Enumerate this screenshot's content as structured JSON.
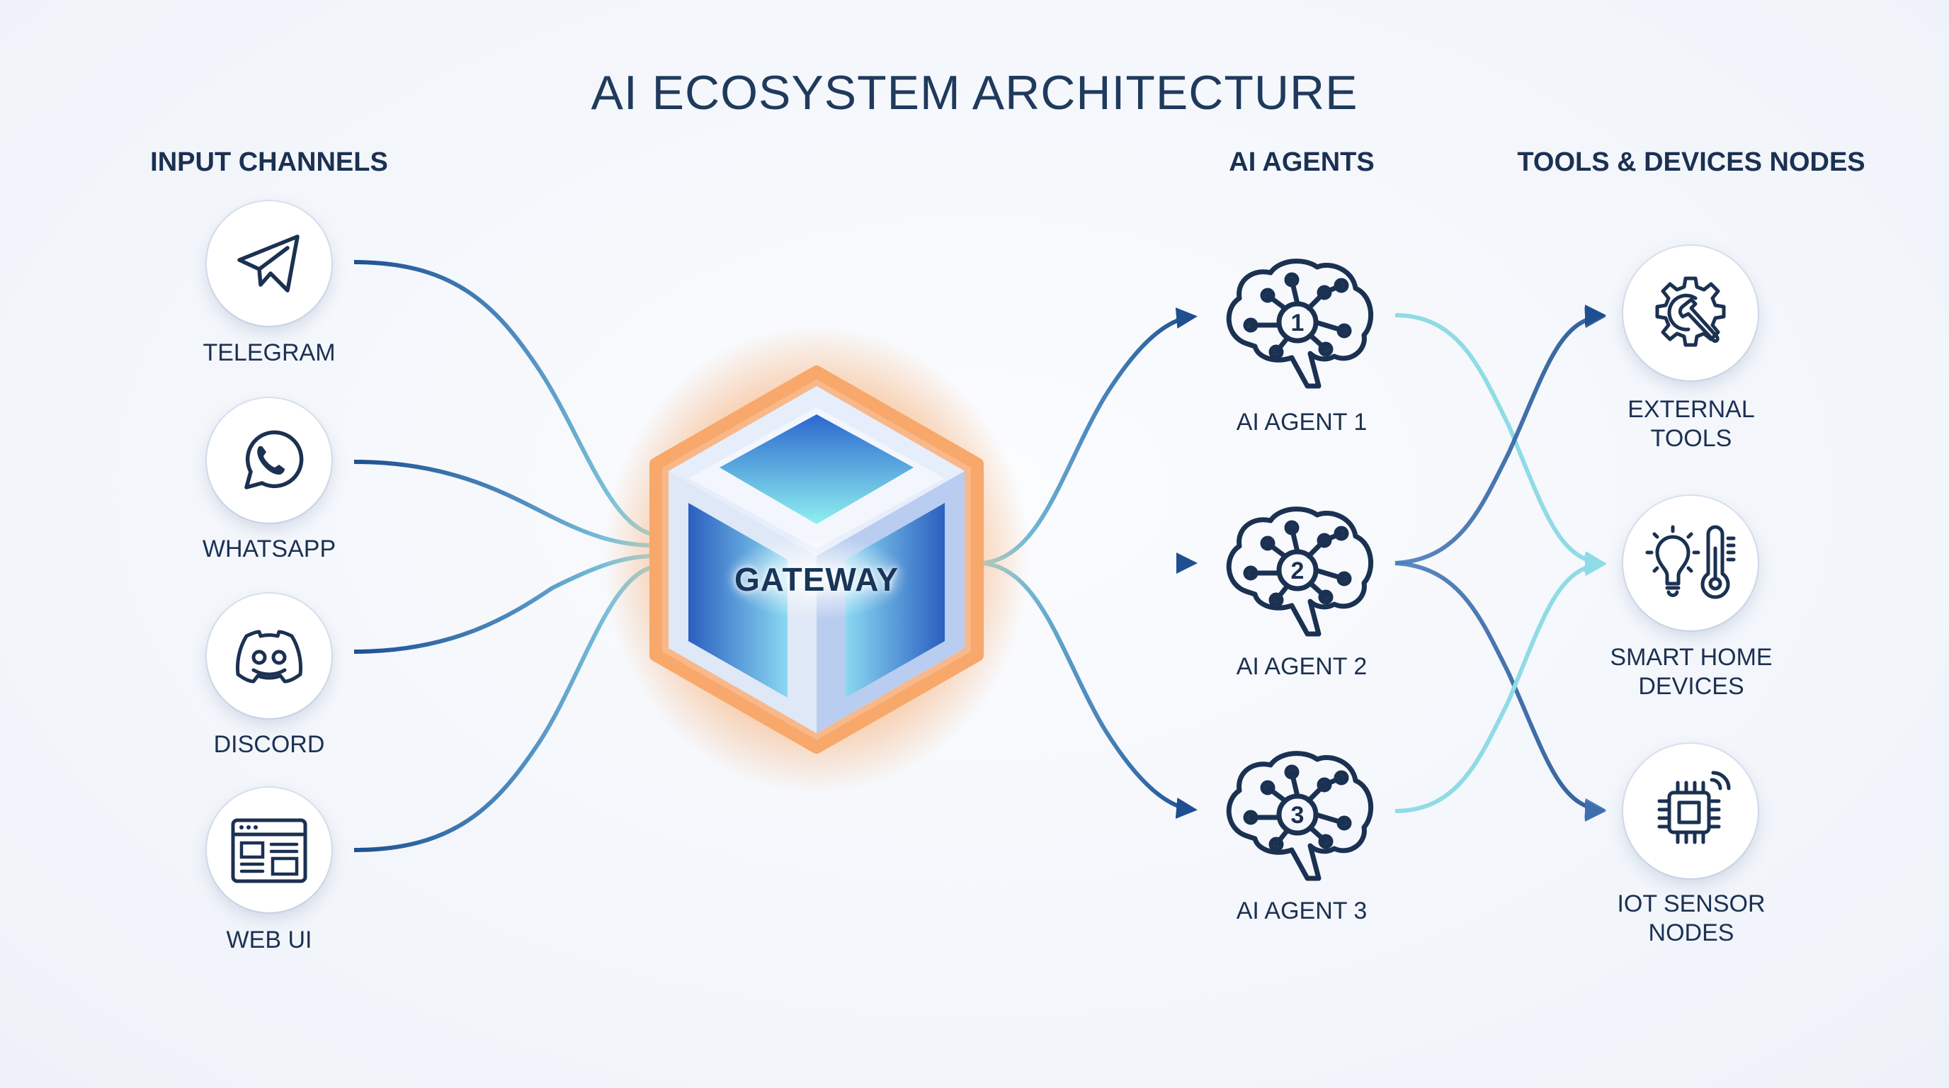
{
  "title": "AI ECOSYSTEM ARCHITECTURE",
  "columns": {
    "inputs": "INPUT CHANNELS",
    "agents": "AI AGENTS",
    "tools": "TOOLS & DEVICES NODES"
  },
  "inputs": [
    {
      "label": "TELEGRAM",
      "icon": "telegram-icon"
    },
    {
      "label": "WHATSAPP",
      "icon": "whatsapp-icon"
    },
    {
      "label": "DISCORD",
      "icon": "discord-icon"
    },
    {
      "label": "WEB UI",
      "icon": "web-ui-icon"
    }
  ],
  "gateway": {
    "label": "GATEWAY",
    "icon": "cube-icon"
  },
  "agents": [
    {
      "label": "AI AGENT 1",
      "number": "1",
      "icon": "brain-icon"
    },
    {
      "label": "AI AGENT 2",
      "number": "2",
      "icon": "brain-icon"
    },
    {
      "label": "AI AGENT 3",
      "number": "3",
      "icon": "brain-icon"
    }
  ],
  "tools": [
    {
      "line1": "EXTERNAL",
      "line2": "TOOLS",
      "icon": "gear-wrench-icon"
    },
    {
      "line1": "SMART HOME",
      "line2": "DEVICES",
      "icon": "lightbulb-thermometer-icon"
    },
    {
      "line1": "IOT SENSOR",
      "line2": "NODES",
      "icon": "chip-wireless-icon"
    }
  ],
  "colors": {
    "text": "#1b3152",
    "line_dark": "#1d4f91",
    "line_light": "#8fdbe6",
    "gateway_glow": "#f7a86a",
    "gateway_blue": "#3d7fe0"
  }
}
